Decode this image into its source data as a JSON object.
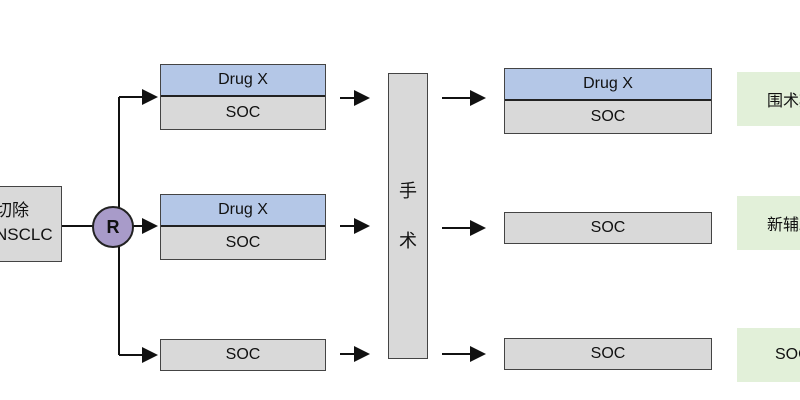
{
  "left_box": {
    "line1": "切除",
    "line2": "NSCLC"
  },
  "randomization": {
    "label": "R"
  },
  "arms": [
    {
      "top": "Drug X",
      "bottom": "SOC"
    },
    {
      "top": "Drug X",
      "bottom": "SOC"
    },
    {
      "single": "SOC"
    }
  ],
  "surgery": {
    "char1": "手",
    "char2": "术"
  },
  "post": [
    {
      "top": "Drug X",
      "bottom": "SOC"
    },
    {
      "single": "SOC"
    },
    {
      "single": "SOC"
    }
  ],
  "outcomes": [
    {
      "label": "围术期"
    },
    {
      "label": "新辅助"
    },
    {
      "label": "SOC"
    }
  ]
}
